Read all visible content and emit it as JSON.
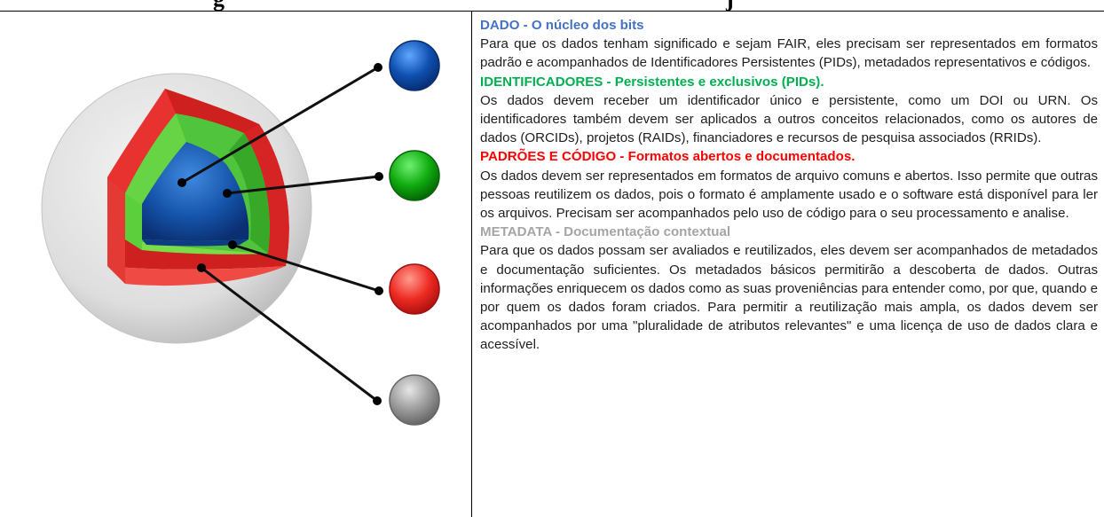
{
  "header": {
    "clipped_title": ""
  },
  "diagram": {
    "layers": [
      "core-blue",
      "layer-green",
      "layer-red",
      "sphere-gray"
    ],
    "colors": {
      "blue": "#1f5fb3",
      "green": "#1aa51a",
      "red": "#e8322f",
      "gray": "#9c9c9c"
    }
  },
  "sections": [
    {
      "heading": "DADO - O núcleo dos bits",
      "body": "Para que os dados tenham significado e sejam FAIR, eles precisam ser representados em formatos padrão e acompanhados de Identificadores Persistentes (PIDs), metadados representativos e códigos."
    },
    {
      "heading": "IDENTIFICADORES - Persistentes e exclusivos (PIDs).",
      "body": "Os dados devem receber um identificador único e persistente, como um DOI ou URN. Os identificadores também devem ser aplicados a outros conceitos relacionados, como os autores de dados (ORCIDs), projetos (RAIDs), financiadores e recursos de pesquisa associados (RRIDs)."
    },
    {
      "heading": "PADRÕES E CÓDIGO - Formatos abertos e documentados.",
      "body": "Os dados devem ser representados em formatos de arquivo comuns e abertos. Isso permite que outras pessoas reutilizem os dados, pois o formato é amplamente usado e o software está disponível para ler os arquivos. Precisam ser acompanhados pelo uso de código para o seu processamento e analise."
    },
    {
      "heading": "METADATA - Documentação contextual",
      "body": "Para que os dados possam ser avaliados e reutilizados, eles devem ser acompanhados de metadados e documentação suficientes. Os metadados básicos permitirão a descoberta de dados. Outras informações enriquecem os dados como as suas proveniências para entender como, por que, quando e por quem os dados foram criados. Para permitir a reutilização mais ampla, os dados devem ser acompanhados por uma \"pluralidade de atributos relevantes\" e uma licença de uso de dados clara e acessível."
    }
  ]
}
